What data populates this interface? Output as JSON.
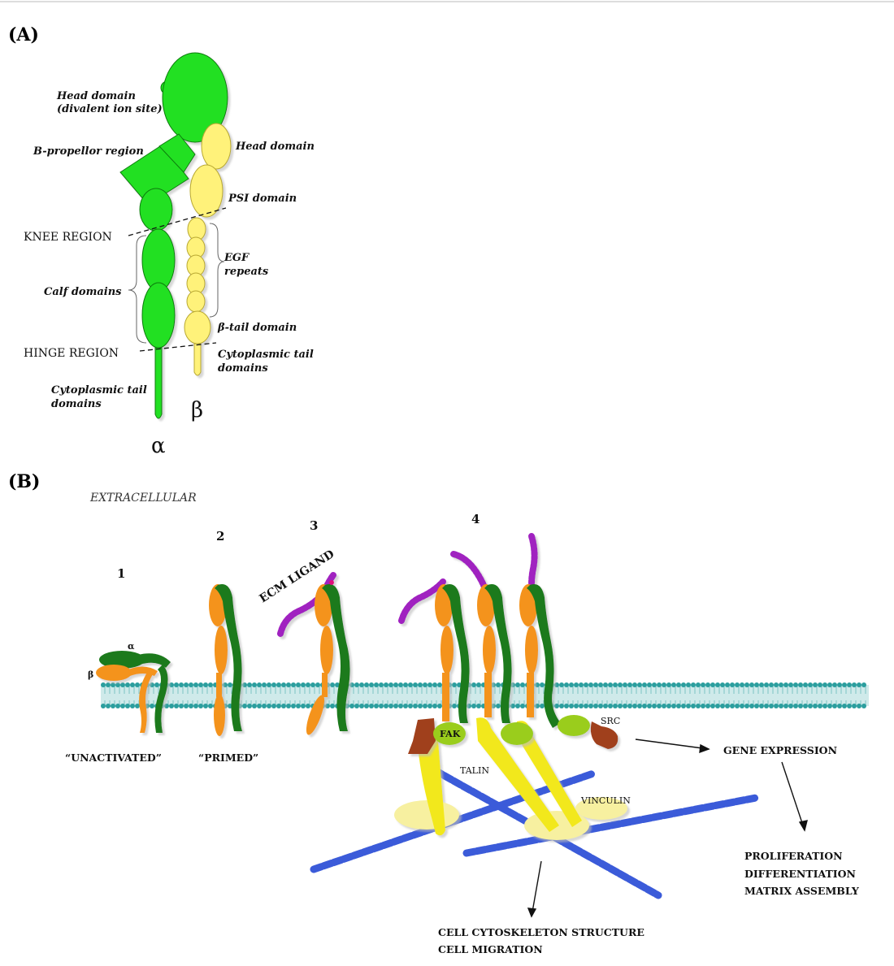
{
  "panel_a": {
    "label": "(A)",
    "alpha_symbol": "α",
    "beta_symbol": "β",
    "head_alpha": [
      "Head domain",
      "(divalent ion site)"
    ],
    "propellor": "B-propellor region",
    "head_beta": "Head domain",
    "psi": "PSI domain",
    "knee": "KNEE REGION",
    "egf": [
      "EGF",
      "repeats"
    ],
    "calf": "Calf domains",
    "beta_tail": "β-tail domain",
    "hinge": "HINGE REGION",
    "cyto_beta": [
      "Cytoplasmic tail",
      "domains"
    ],
    "cyto_alpha": [
      "Cytoplasmic tail",
      "domains"
    ],
    "colors": {
      "alpha": "#22e022",
      "beta": "#fff27a"
    }
  },
  "panel_b": {
    "label": "(B)",
    "extracellular": "EXTRACELLULAR",
    "states": [
      {
        "number": "1",
        "caption": "“UNACTIVATED”"
      },
      {
        "number": "2",
        "caption": "“PRIMED”"
      },
      {
        "number": "3",
        "caption": ""
      },
      {
        "number": "4",
        "caption": ""
      }
    ],
    "alpha_small": "α",
    "beta_small": "β",
    "ecm_ligand": "ECM LIGAND",
    "fak": "FAK",
    "src": "SRC",
    "talin": "TALIN",
    "vinculin": "VINCULIN",
    "gene_expression": "GENE EXPRESSION",
    "outcomes": [
      "PROLIFERATION",
      "DIFFERENTIATION",
      "MATRIX ASSEMBLY"
    ],
    "cytoskeleton": [
      "CELL CYTOSKELETON STRUCTURE",
      "CELL MIGRATION"
    ],
    "colors": {
      "alpha": "#1f7a1f",
      "beta": "#f4931a",
      "ligand": "#a020c0",
      "membrane": "#3aa8a8",
      "actin": "#3b5bd9",
      "talin": "#f2e81a",
      "fak": "#9acd1a",
      "src": "#a0401a",
      "vinculin": "#f7f0a0"
    }
  }
}
